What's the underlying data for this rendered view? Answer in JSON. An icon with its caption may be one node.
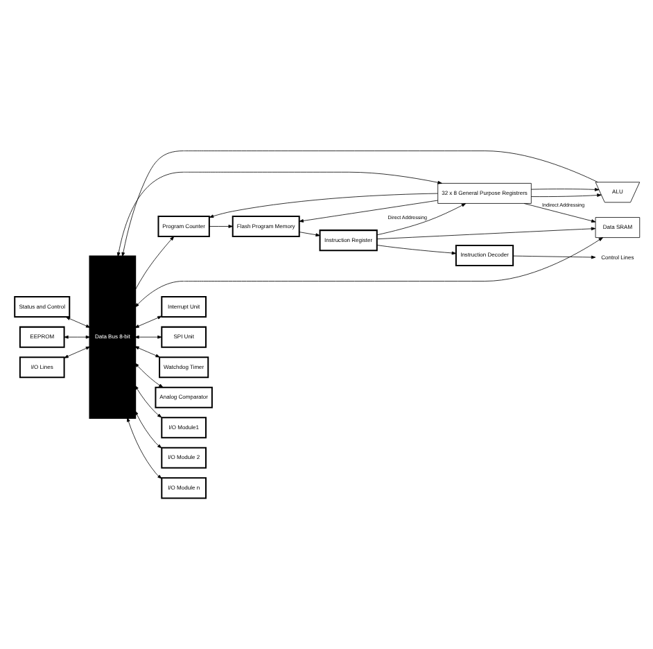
{
  "diagram": {
    "nodes": [
      {
        "text": [
          "Data Bus 8-bit"
        ]
      },
      {
        "text": [
          "Flash Program Memory"
        ]
      },
      {
        "text": [
          "Program Counter"
        ]
      },
      {
        "text": [
          "Status and Control"
        ]
      },
      {
        "text": [
          "Instruction Register"
        ]
      },
      {
        "text": [
          "Instruction Decoder"
        ]
      },
      {
        "text": [
          "Control Lines"
        ]
      },
      {
        "text": [
          "32 x 8 General Purpose Registrers"
        ]
      },
      {
        "text": [
          "ALU"
        ]
      },
      {
        "text": [
          "Data SRAM"
        ]
      },
      {
        "text": [
          "EEPROM"
        ]
      },
      {
        "text": [
          "I/O Lines"
        ]
      },
      {
        "text": [
          "Interrupt Unit"
        ]
      },
      {
        "text": [
          "SPI Unit"
        ]
      },
      {
        "text": [
          "Watchdog Timer"
        ]
      },
      {
        "text": [
          "Analog Comparator"
        ]
      },
      {
        "text": [
          "I/O Module1"
        ]
      },
      {
        "text": [
          "I/O Module 2"
        ]
      },
      {
        "text": [
          "I/O Module n"
        ]
      }
    ],
    "edges": [
      {
        "from": 0,
        "to": 2,
        "arrow": "to"
      },
      {
        "from": 2,
        "to": 1,
        "arrow": "to"
      },
      {
        "from": 7,
        "to": 2,
        "arrow": "to"
      },
      {
        "from": 7,
        "to": 1,
        "arrow": "to"
      },
      {
        "from": 7,
        "to": 9,
        "arrow": "to",
        "label": "Indirect Addressing"
      },
      {
        "from": 1,
        "to": 4,
        "arrow": "to"
      },
      {
        "from": 4,
        "to": 5,
        "arrow": "to"
      },
      {
        "from": 4,
        "to": 7,
        "arrow": "to",
        "label": "Direct Addressing"
      },
      {
        "from": 4,
        "to": 9,
        "arrow": "to"
      },
      {
        "from": 5,
        "to": 6,
        "arrow": "to"
      },
      {
        "from": 7,
        "to": 8,
        "arrow": "to"
      },
      {
        "from": 7,
        "to": 8,
        "arrow": "to"
      },
      {
        "from": 8,
        "to": 0,
        "arrow": "to"
      },
      {
        "from": 3,
        "to": 0,
        "arrow": "both"
      },
      {
        "from": 7,
        "to": 0,
        "arrow": "both"
      },
      {
        "from": 9,
        "to": 0,
        "arrow": "both"
      },
      {
        "from": 10,
        "to": 0,
        "arrow": "both"
      },
      {
        "from": 11,
        "to": 0,
        "arrow": "both"
      },
      {
        "from": 0,
        "to": 12,
        "arrow": "both"
      },
      {
        "from": 0,
        "to": 13,
        "arrow": "both"
      },
      {
        "from": 0,
        "to": 14,
        "arrow": "both"
      },
      {
        "from": 0,
        "to": 15,
        "arrow": "both"
      },
      {
        "from": 0,
        "to": 16,
        "arrow": "both"
      },
      {
        "from": 0,
        "to": 17,
        "arrow": "both"
      },
      {
        "from": 0,
        "to": 18,
        "arrow": "both"
      }
    ]
  }
}
